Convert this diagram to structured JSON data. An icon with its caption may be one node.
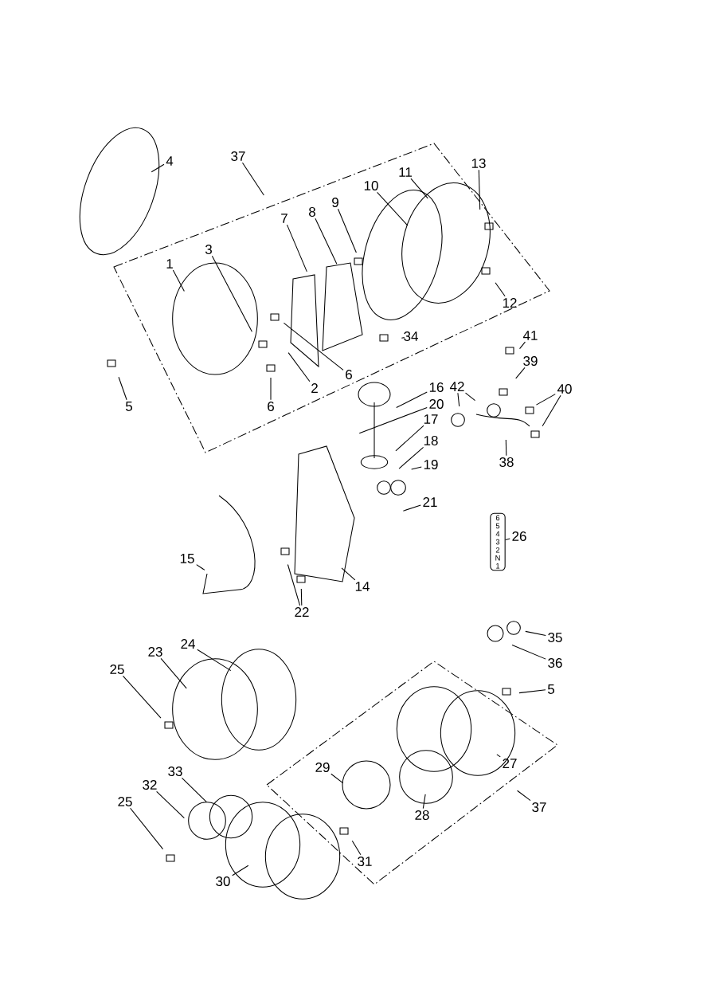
{
  "diagram": {
    "nodes": [
      {
        "text": [
          "4"
        ]
      },
      {
        "text": [
          "37"
        ]
      },
      {
        "text": [
          "13"
        ]
      },
      {
        "text": [
          "11"
        ]
      },
      {
        "text": [
          "10"
        ]
      },
      {
        "text": [
          "9"
        ]
      },
      {
        "text": [
          "8"
        ]
      },
      {
        "text": [
          "7"
        ]
      },
      {
        "text": [
          "3"
        ]
      },
      {
        "text": [
          "1"
        ]
      },
      {
        "text": [
          "12"
        ]
      },
      {
        "text": [
          "34"
        ]
      },
      {
        "text": [
          "41"
        ]
      },
      {
        "text": [
          "39"
        ]
      },
      {
        "text": [
          "6"
        ]
      },
      {
        "text": [
          "2"
        ]
      },
      {
        "text": [
          "42"
        ]
      },
      {
        "text": [
          "16"
        ]
      },
      {
        "text": [
          "40"
        ]
      },
      {
        "text": [
          "20"
        ]
      },
      {
        "text": [
          "5"
        ]
      },
      {
        "text": [
          "6"
        ]
      },
      {
        "text": [
          "17"
        ]
      },
      {
        "text": [
          "18"
        ]
      },
      {
        "text": [
          "38"
        ]
      },
      {
        "text": [
          "19"
        ]
      },
      {
        "text": [
          "21"
        ]
      },
      {
        "text": [
          "26"
        ]
      },
      {
        "text": [
          "6",
          "5",
          "4",
          "3",
          "2",
          "N",
          "1"
        ]
      },
      {
        "text": [
          "15"
        ]
      },
      {
        "text": [
          "14"
        ]
      },
      {
        "text": [
          "22"
        ]
      },
      {
        "text": [
          "35"
        ]
      },
      {
        "text": [
          "24"
        ]
      },
      {
        "text": [
          "23"
        ]
      },
      {
        "text": [
          "36"
        ]
      },
      {
        "text": [
          "25"
        ]
      },
      {
        "text": [
          "5"
        ]
      },
      {
        "text": [
          "27"
        ]
      },
      {
        "text": [
          "29"
        ]
      },
      {
        "text": [
          "33"
        ]
      },
      {
        "text": [
          "32"
        ]
      },
      {
        "text": [
          "25"
        ]
      },
      {
        "text": [
          "37"
        ]
      },
      {
        "text": [
          "28"
        ]
      },
      {
        "text": [
          "31"
        ]
      },
      {
        "text": [
          "30"
        ]
      }
    ],
    "edges": [
      {
        "from": 0,
        "to": null,
        "arrow": "none"
      },
      {
        "from": 1,
        "to": null,
        "arrow": "none"
      },
      {
        "from": 2,
        "to": null,
        "arrow": "none"
      },
      {
        "from": 3,
        "to": null,
        "arrow": "none"
      },
      {
        "from": 4,
        "to": null,
        "arrow": "none"
      },
      {
        "from": 5,
        "to": null,
        "arrow": "none"
      },
      {
        "from": 6,
        "to": null,
        "arrow": "none"
      },
      {
        "from": 7,
        "to": null,
        "arrow": "none"
      },
      {
        "from": 8,
        "to": null,
        "arrow": "none"
      },
      {
        "from": 9,
        "to": null,
        "arrow": "none"
      },
      {
        "from": 10,
        "to": null,
        "arrow": "none"
      },
      {
        "from": 11,
        "to": null,
        "arrow": "none"
      },
      {
        "from": 12,
        "to": null,
        "arrow": "none"
      },
      {
        "from": 13,
        "to": null,
        "arrow": "none"
      },
      {
        "from": 14,
        "to": null,
        "arrow": "none"
      },
      {
        "from": 15,
        "to": null,
        "arrow": "none"
      },
      {
        "from": 16,
        "to": null,
        "arrow": "none"
      },
      {
        "from": 17,
        "to": null,
        "arrow": "none"
      },
      {
        "from": 18,
        "to": null,
        "arrow": "none"
      },
      {
        "from": 19,
        "to": null,
        "arrow": "none"
      },
      {
        "from": 20,
        "to": null,
        "arrow": "none"
      },
      {
        "from": 21,
        "to": null,
        "arrow": "none"
      },
      {
        "from": 22,
        "to": null,
        "arrow": "none"
      },
      {
        "from": 23,
        "to": null,
        "arrow": "none"
      },
      {
        "from": 24,
        "to": null,
        "arrow": "none"
      },
      {
        "from": 25,
        "to": null,
        "arrow": "none"
      },
      {
        "from": 26,
        "to": null,
        "arrow": "none"
      },
      {
        "from": 27,
        "to": 28,
        "arrow": "none"
      },
      {
        "from": 29,
        "to": null,
        "arrow": "none"
      },
      {
        "from": 30,
        "to": null,
        "arrow": "none"
      },
      {
        "from": 31,
        "to": null,
        "arrow": "none"
      },
      {
        "from": 32,
        "to": null,
        "arrow": "none"
      },
      {
        "from": 33,
        "to": null,
        "arrow": "none"
      },
      {
        "from": 34,
        "to": null,
        "arrow": "none"
      },
      {
        "from": 35,
        "to": null,
        "arrow": "none"
      },
      {
        "from": 36,
        "to": null,
        "arrow": "none"
      },
      {
        "from": 37,
        "to": null,
        "arrow": "none"
      },
      {
        "from": 38,
        "to": null,
        "arrow": "none"
      },
      {
        "from": 39,
        "to": null,
        "arrow": "none"
      },
      {
        "from": 40,
        "to": null,
        "arrow": "none"
      },
      {
        "from": 41,
        "to": null,
        "arrow": "none"
      },
      {
        "from": 42,
        "to": null,
        "arrow": "none"
      },
      {
        "from": 43,
        "to": null,
        "arrow": "none"
      },
      {
        "from": 44,
        "to": null,
        "arrow": "none"
      },
      {
        "from": 45,
        "to": null,
        "arrow": "none"
      },
      {
        "from": 46,
        "to": null,
        "arrow": "none"
      },
      {
        "from": 16,
        "to": null,
        "arrow": "none"
      },
      {
        "from": 18,
        "to": null,
        "arrow": "none"
      },
      {
        "from": 31,
        "to": null,
        "arrow": "none"
      }
    ]
  }
}
